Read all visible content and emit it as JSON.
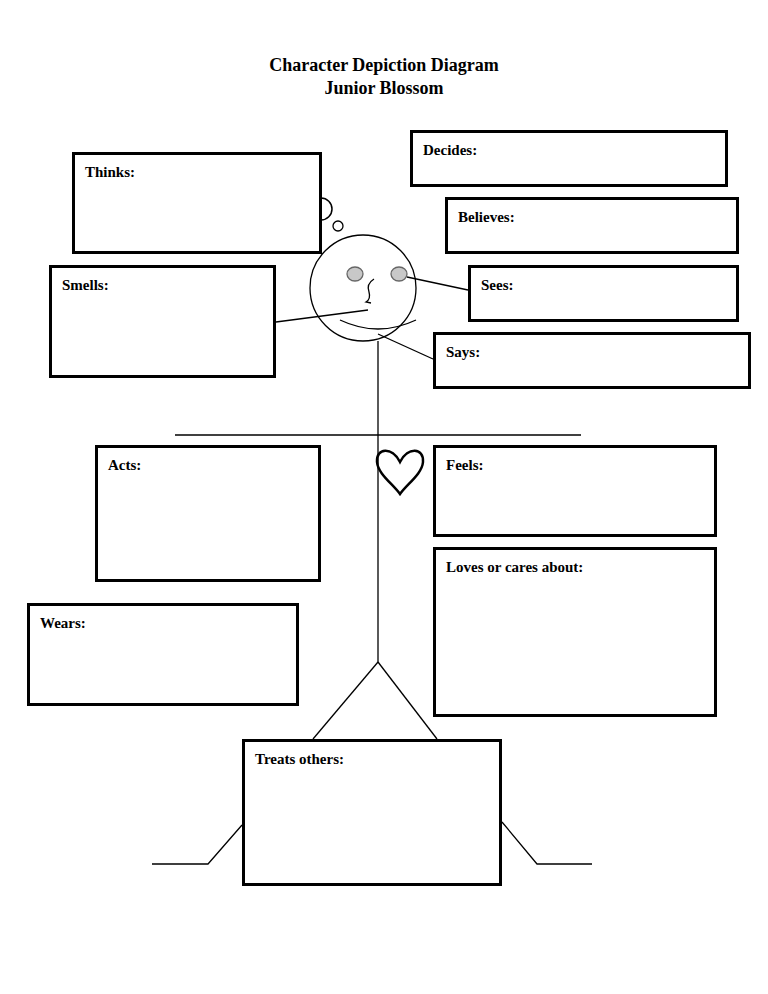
{
  "diagram": {
    "title": "Character Depiction Diagram",
    "nodes": [
      {
        "text": [
          "Decides:"
        ]
      },
      {
        "text": [
          "Thinks:"
        ]
      },
      {
        "text": [
          "Believes:"
        ]
      },
      {
        "text": [
          "Smells:"
        ]
      },
      {
        "text": [
          "Sees:"
        ]
      },
      {
        "text": [
          "Says:"
        ]
      },
      {
        "text": [
          "Acts:"
        ]
      },
      {
        "text": [
          "Feels:"
        ]
      },
      {
        "text": [
          "Loves or cares about:"
        ]
      },
      {
        "text": [
          "Wears:"
        ]
      },
      {
        "text": [
          "Treats others:"
        ]
      }
    ],
    "labels": [
      "Junior Blossom"
    ]
  }
}
